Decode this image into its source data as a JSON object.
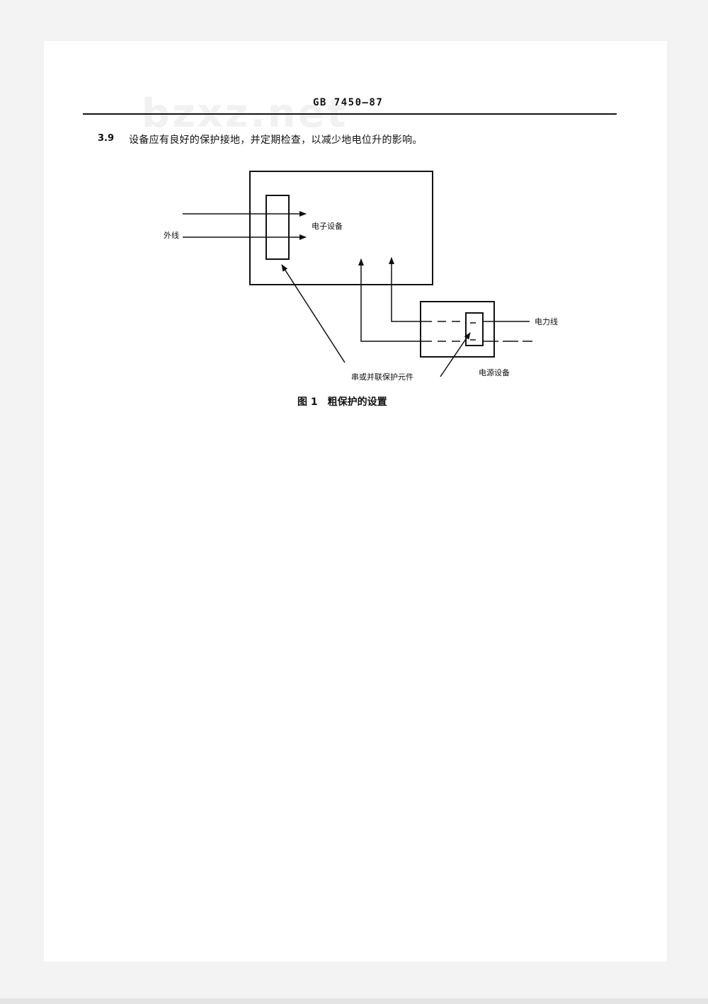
{
  "header": {
    "standard_number": "GB 7450—87"
  },
  "watermark": {
    "text": "bzxz.net"
  },
  "clause": {
    "number": "3.9",
    "text": "设备应有良好的保护接地，并定期检查，以减少地电位升的影响。"
  },
  "figure": {
    "labels": {
      "external_line": "外线",
      "electronic_equipment": "电子设备",
      "power_line": "电力线",
      "protection_element": "串或并联保护元件",
      "power_equipment": "电源设备"
    },
    "caption_number": "图 1",
    "caption_title": "粗保护的设置"
  }
}
